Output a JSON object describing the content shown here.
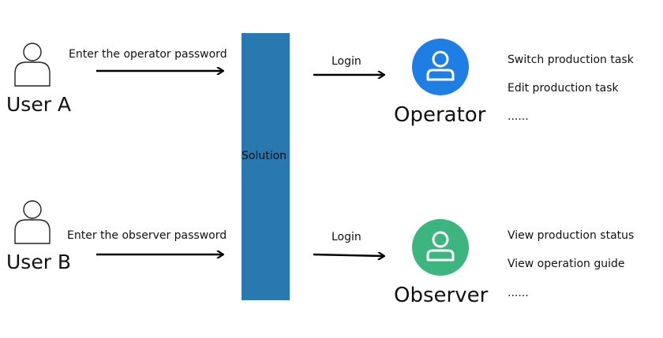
{
  "users": [
    {
      "name": "User A",
      "action": "Enter the operator password"
    },
    {
      "name": "User B",
      "action": "Enter the observer password"
    }
  ],
  "solution": {
    "label": "Solution",
    "color": "#2a78b0"
  },
  "login_label": "Login",
  "roles": [
    {
      "name": "Operator",
      "color": "#1e7ee4",
      "icon": "user-icon",
      "permissions": [
        "Switch production task",
        "Edit production task",
        "......"
      ]
    },
    {
      "name": "Observer",
      "color": "#3db57f",
      "icon": "user-icon",
      "permissions": [
        "View production status",
        "View operation guide",
        "......"
      ]
    }
  ]
}
